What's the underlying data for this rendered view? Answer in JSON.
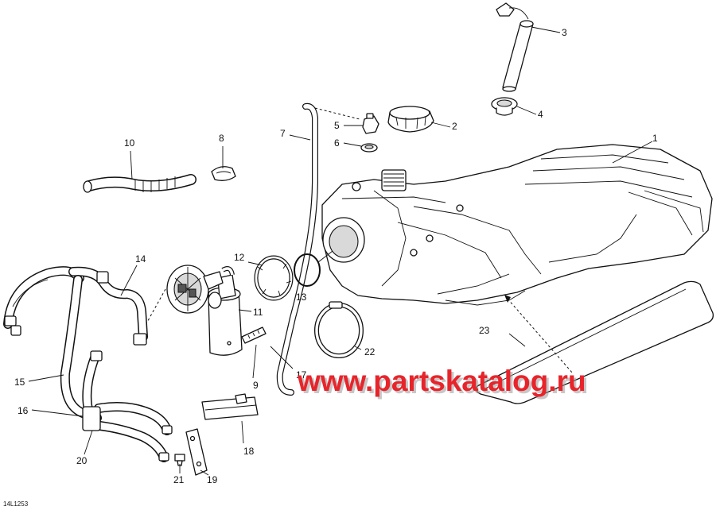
{
  "callouts": {
    "n1": "1",
    "n2": "2",
    "n3": "3",
    "n4": "4",
    "n5": "5",
    "n6": "6",
    "n7": "7",
    "n8": "8",
    "n9": "9",
    "n10": "10",
    "n11": "11",
    "n12": "12",
    "n13": "13",
    "n14": "14",
    "n15": "15",
    "n16": "16",
    "n17": "17",
    "n18": "18",
    "n19": "19",
    "n20": "20",
    "n21": "21",
    "n22": "22",
    "n23": "23"
  },
  "drawing_code": "14L1253",
  "watermark": {
    "text": "www.partskatalog.ru",
    "color": "#e8242b",
    "shadow_color": "#9a9a9a"
  }
}
